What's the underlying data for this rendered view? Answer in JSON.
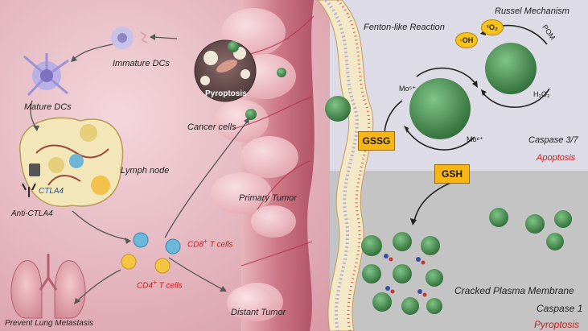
{
  "left": {
    "immature_dcs": "Immature DCs",
    "mature_dcs": "Mature DCs",
    "lymph_node": "Lymph node",
    "ctla4": "CTLA4",
    "anti_ctla4": "Anti-CTLA4",
    "cd8": "CD8",
    "cd8_sup": "+",
    "cd8_suffix": " T cells",
    "cd4": "CD4",
    "cd4_sup": "+",
    "cd4_suffix": " T cells",
    "prevent_lung": "Prevent Lung Metastasis",
    "pyroptosis_circle": "Pyroptosis",
    "cancer_cells": "Cancer cells",
    "primary_tumor": "Primary Tumor",
    "distant_tumor": "Distant Tumor"
  },
  "right": {
    "fenton": "Fenton-like Reaction",
    "russel": "Russel Mechanism",
    "oh": "·OH",
    "singlet_o2": "¹O₂",
    "pom": "POM",
    "h2o2": "H₂O₂",
    "mo5": "Mo⁵⁺",
    "mo6": "Mo⁶⁺",
    "gssg": "GSSG",
    "gsh": "GSH",
    "caspase37": "Caspase 3/7",
    "apoptosis": "Apoptosis",
    "cracked": "Cracked Plasma Membrane",
    "caspase1": "Caspase 1",
    "pyroptosis": "Pyroptosis"
  },
  "colors": {
    "left_bg": "#e6b8c0",
    "right_top_bg": "#dcdbe6",
    "right_bottom_bg": "#c4c4c4",
    "label_box": "#f7b614",
    "red_text": "#d01818",
    "nanoparticle": "#3f8a4a"
  }
}
